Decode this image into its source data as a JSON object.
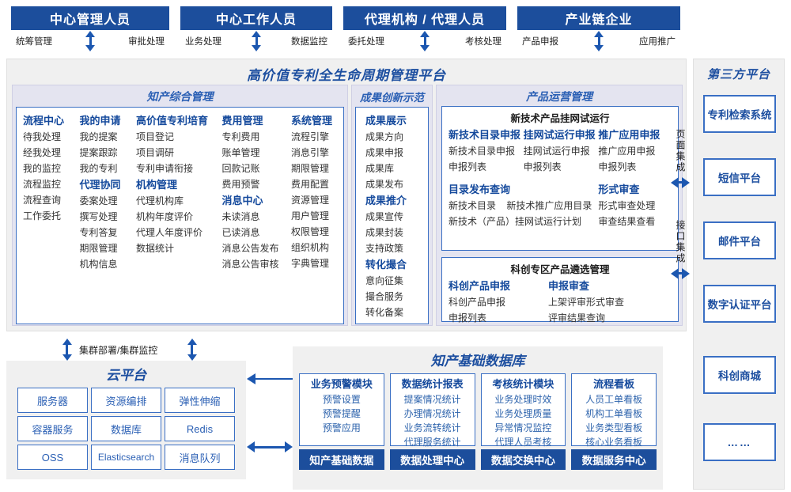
{
  "roles": [
    {
      "title": "中心管理人员",
      "left": "统筹管理",
      "right": "审批处理",
      "arrow": "up-down-arrow-icon"
    },
    {
      "title": "中心工作人员",
      "left": "业务处理",
      "right": "数据监控",
      "arrow": "up-down-arrow-icon"
    },
    {
      "title": "代理机构 / 代理人员",
      "left": "委托处理",
      "right": "考核处理",
      "arrow": "up-down-arrow-icon"
    },
    {
      "title": "产业链企业",
      "left": "产品申报",
      "right": "应用推广",
      "arrow": "up-down-arrow-icon"
    }
  ],
  "platform": {
    "title": "高价值专利全生命周期管理平台",
    "groups": {
      "comprehensive": {
        "title": "知产综合管理",
        "columns": [
          {
            "blocks": [
              {
                "head": "流程中心",
                "items": [
                  "待我处理",
                  "经我处理",
                  "我的监控",
                  "流程监控",
                  "流程查询",
                  "工作委托"
                ]
              }
            ]
          },
          {
            "blocks": [
              {
                "head": "我的申请",
                "items": [
                  "我的提案",
                  "提案跟踪",
                  "我的专利"
                ]
              },
              {
                "head": "代理协同",
                "items": [
                  "委案处理",
                  "撰写处理",
                  "专利答复",
                  "期限管理",
                  "机构信息"
                ]
              }
            ]
          },
          {
            "blocks": [
              {
                "head": "高价值专利培育",
                "items": [
                  "项目登记",
                  "项目调研",
                  "专利申请衔接"
                ]
              },
              {
                "head": "机构管理",
                "items": [
                  "代理机构库",
                  "机构年度评价",
                  "代理人年度评价",
                  "数据统计"
                ]
              }
            ]
          },
          {
            "blocks": [
              {
                "head": "费用管理",
                "items": [
                  "专利费用",
                  "账单管理",
                  "回款记账",
                  "费用预警"
                ]
              },
              {
                "head": "消息中心",
                "items": [
                  "未读消息",
                  "已读消息",
                  "消息公告发布",
                  "消息公告审核"
                ]
              }
            ]
          },
          {
            "blocks": [
              {
                "head": "系统管理",
                "items": [
                  "流程引擎",
                  "消息引擎",
                  "期限管理",
                  "费用配置",
                  "资源管理",
                  "用户管理",
                  "权限管理",
                  "组织机构",
                  "字典管理"
                ]
              }
            ]
          }
        ]
      },
      "innovation": {
        "title": "成果创新示范",
        "columns": [
          {
            "blocks": [
              {
                "head": "成果展示",
                "items": [
                  "成果方向",
                  "成果申报",
                  "成果库",
                  "成果发布"
                ]
              },
              {
                "head": "成果推介",
                "items": [
                  "成果宣传",
                  "成果封装",
                  "支持政策"
                ]
              },
              {
                "head": "转化撮合",
                "items": [
                  "意向征集",
                  "撮合服务",
                  "转化备案"
                ]
              }
            ]
          }
        ]
      },
      "product": {
        "title": "产品运营管理",
        "sections": [
          {
            "title": "新技术产品挂网试运行",
            "rows": [
              {
                "columns": [
                  {
                    "head": "新技术目录申报",
                    "items": [
                      "新技术目录申报",
                      "申报列表"
                    ]
                  },
                  {
                    "head": "挂网试运行申报",
                    "items": [
                      "挂网试运行申报",
                      "申报列表"
                    ]
                  },
                  {
                    "head": "推广应用申报",
                    "items": [
                      "推广应用申报",
                      "申报列表"
                    ]
                  }
                ]
              },
              {
                "columns": [
                  {
                    "head": "目录发布查询",
                    "items": [
                      "新技术目录    新技术推广应用目录",
                      "新技术（产品）挂网试运行计划"
                    ]
                  },
                  {
                    "head": "形式审查",
                    "items": [
                      "形式审查处理",
                      "审查结果查看"
                    ]
                  }
                ]
              }
            ]
          },
          {
            "title": "科创专区产品遴选管理",
            "rows": [
              {
                "columns": [
                  {
                    "head": "科创产品申报",
                    "items": [
                      "科创产品申报",
                      "申报列表"
                    ]
                  },
                  {
                    "head": "申报审查",
                    "items": [
                      "上架评审形式审查",
                      "评审结果查询"
                    ]
                  }
                ]
              }
            ]
          }
        ]
      }
    }
  },
  "integration": {
    "page_label": "页面集成",
    "api_label": "接口集成",
    "arrow": "left-right-arrow-icon"
  },
  "third_party": {
    "title": "第三方平台",
    "cards": [
      "专利检索系统",
      "短信平台",
      "邮件平台",
      "数字认证平台",
      "科创商城",
      "……"
    ]
  },
  "cluster": {
    "label": "集群部署/集群监控",
    "arrow_left": "up-down-arrow-icon",
    "arrow_right": "up-down-arrow-icon"
  },
  "cloud": {
    "title": "云平台",
    "cells": [
      "服务器",
      "资源编排",
      "弹性伸缩",
      "容器服务",
      "数据库",
      "Redis",
      "OSS",
      "Elasticsearch",
      "消息队列"
    ]
  },
  "database": {
    "title": "知产基础数据库",
    "columns": [
      {
        "head": "业务预警模块",
        "items": [
          "预警设置",
          "预警提醒",
          "预警应用"
        ],
        "footer": "知产基础数据"
      },
      {
        "head": "数据统计报表",
        "items": [
          "提案情况统计",
          "办理情况统计",
          "业务流转统计",
          "代理服务统计"
        ],
        "footer": "数据处理中心"
      },
      {
        "head": "考核统计模块",
        "items": [
          "业务处理时效",
          "业务处理质量",
          "异常情况监控",
          "代理人员考核"
        ],
        "footer": "数据交换中心"
      },
      {
        "head": "流程看板",
        "items": [
          "人员工单看板",
          "机构工单看板",
          "业务类型看板",
          "核心业务看板"
        ],
        "footer": "数据服务中心"
      }
    ]
  },
  "connectors": {
    "cloud_to_db": "left-arrow-icon",
    "cloud_to_db2": "left-right-arrow-icon"
  },
  "colors": {
    "brand_blue": "#1c4e9c",
    "accent_blue": "#2a5fb4",
    "panel_bg": "#f0f0f0",
    "group_bg": "#e4e4f0",
    "border_blue": "#3a6fc4"
  }
}
